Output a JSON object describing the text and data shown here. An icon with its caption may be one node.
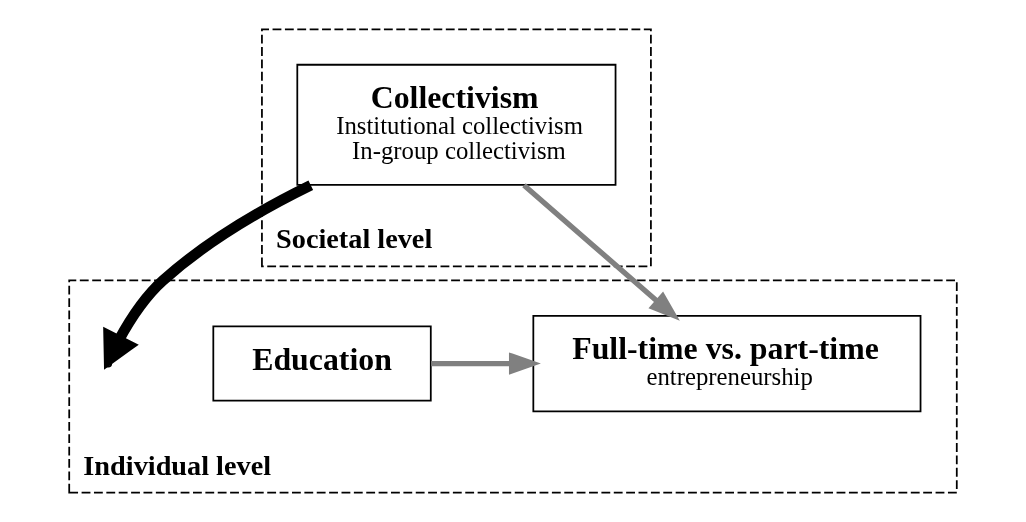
{
  "diagram": {
    "nodes": [
      {
        "text": [
          "Societal level"
        ]
      },
      {
        "text": [
          "Collectivism",
          "Institutional collectivism",
          "In-group collectivism"
        ],
        "in": 0
      },
      {
        "text": [
          "Individual level"
        ]
      },
      {
        "text": [
          "Education"
        ],
        "in": 2
      },
      {
        "text": [
          "Full-time vs. part-time",
          "entrepreneurship"
        ],
        "in": 2
      }
    ],
    "edges": [
      {
        "from": 1,
        "to": null,
        "arrow": "to",
        "style": "thick",
        "color": "#000000"
      },
      {
        "from": 1,
        "to": 4,
        "arrow": "to"
      },
      {
        "from": 3,
        "to": 4,
        "arrow": "to"
      }
    ]
  }
}
